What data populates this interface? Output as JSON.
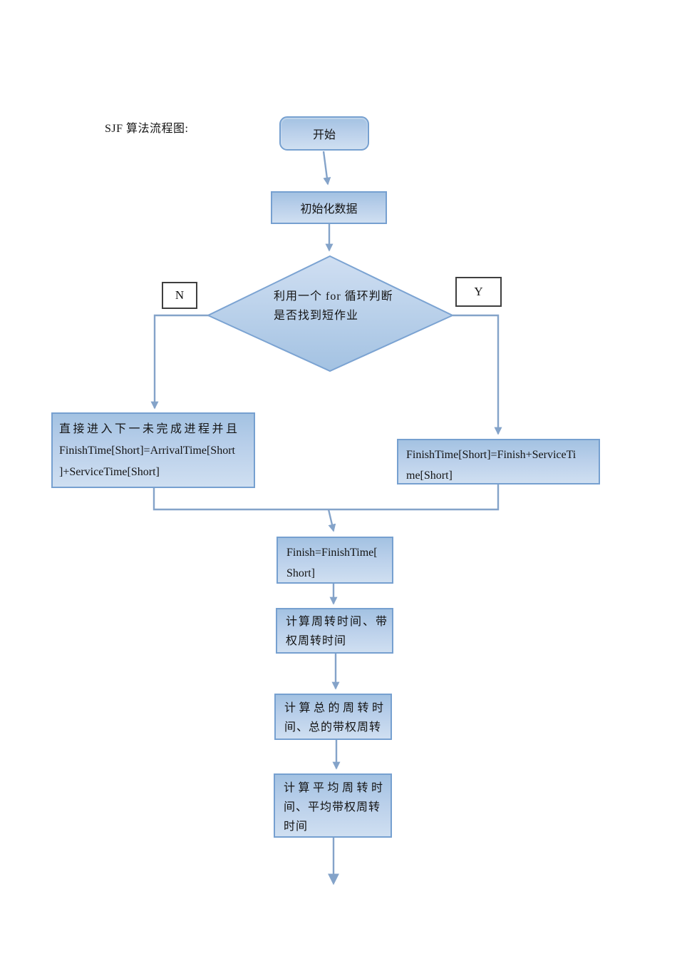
{
  "page": {
    "title": "SJF 算法流程图:"
  },
  "colors": {
    "shape_fill_top": "#a3c2e2",
    "shape_fill_bottom": "#cfdff1",
    "shape_border": "#76a0d0",
    "connector": "#84a3c9",
    "label_box_border": "#3f3f3f",
    "text": "#141414",
    "page_background": "#ffffff"
  },
  "nodes": {
    "start": {
      "label": "开始"
    },
    "init": {
      "label": "初始化数据"
    },
    "decision": {
      "lines": [
        "利用一个 for 循环判断",
        "是否找到短作业"
      ]
    },
    "branch_no_label": "N",
    "branch_yes_label": "Y",
    "no_branch": {
      "lines": [
        "直接进入下一未完成进程并且",
        "FinishTime[Short]=ArrivalTime[Short",
        "]+ServiceTime[Short]"
      ]
    },
    "yes_branch": {
      "lines": [
        "FinishTime[Short]=Finish+ServiceTi",
        "me[Short]"
      ]
    },
    "assign_finish": {
      "lines": [
        "Finish=FinishTime[",
        "Short]"
      ]
    },
    "calc_turnaround": {
      "lines": [
        "计算周转时间、带",
        "权周转时间"
      ]
    },
    "calc_total": {
      "lines": [
        "计算总的周转时",
        "间、总的带权周转"
      ]
    },
    "calc_average": {
      "lines": [
        "计算平均周转时",
        "间、平均带权周转",
        "时间"
      ]
    }
  }
}
